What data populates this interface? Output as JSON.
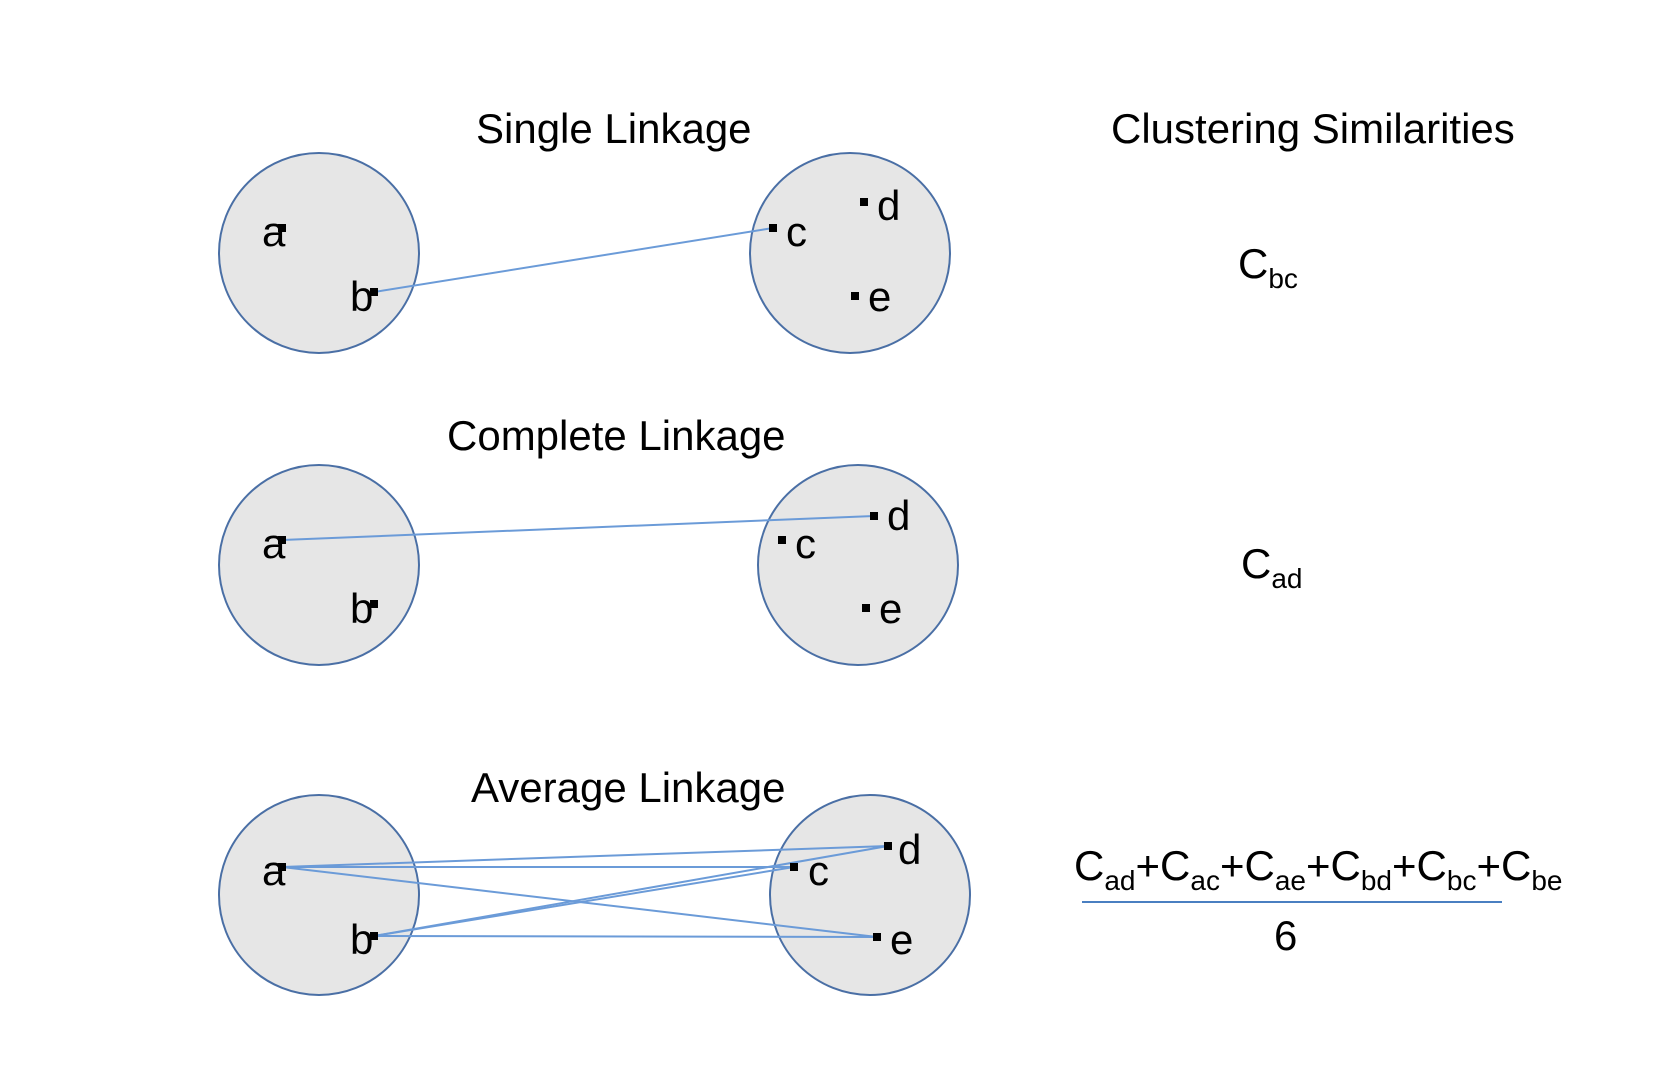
{
  "colors": {
    "cluster_fill": "#e6e6e6",
    "cluster_stroke": "#4a6fa5",
    "link": "#6b9bd8",
    "point": "#000000"
  },
  "header": {
    "similarities_title": "Clustering Similarities"
  },
  "panels": [
    {
      "id": "single",
      "title": "Single Linkage",
      "points": [
        "a",
        "b",
        "c",
        "d",
        "e"
      ],
      "links": [
        [
          "b",
          "c"
        ]
      ],
      "similarity": {
        "base": "C",
        "sub": "bc"
      }
    },
    {
      "id": "complete",
      "title": "Complete Linkage",
      "points": [
        "a",
        "b",
        "c",
        "d",
        "e"
      ],
      "links": [
        [
          "a",
          "d"
        ]
      ],
      "similarity": {
        "base": "C",
        "sub": "ad"
      }
    },
    {
      "id": "average",
      "title": "Average Linkage",
      "points": [
        "a",
        "b",
        "c",
        "d",
        "e"
      ],
      "links": [
        [
          "a",
          "c"
        ],
        [
          "a",
          "d"
        ],
        [
          "a",
          "e"
        ],
        [
          "b",
          "c"
        ],
        [
          "b",
          "d"
        ],
        [
          "b",
          "e"
        ]
      ],
      "similarity": {
        "numerator": [
          {
            "base": "C",
            "sub": "ad"
          },
          {
            "base": "C",
            "sub": "ac"
          },
          {
            "base": "C",
            "sub": "ae"
          },
          {
            "base": "C",
            "sub": "bd"
          },
          {
            "base": "C",
            "sub": "bc"
          },
          {
            "base": "C",
            "sub": "be"
          }
        ],
        "operator": "+",
        "denominator": "6"
      }
    }
  ]
}
